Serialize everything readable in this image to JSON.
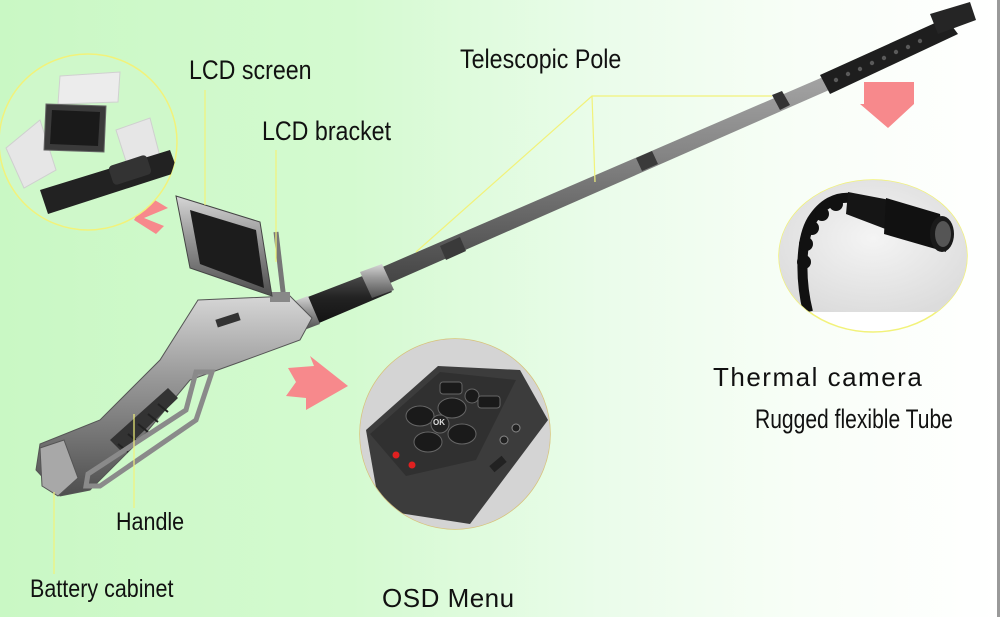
{
  "diagram": {
    "colors": {
      "background_left": "#c9f8c4",
      "background_right": "#ffffff",
      "callout_line": "#f2f27a",
      "arrow": "#f7898c",
      "device_metal": "#8c8c8c",
      "device_dark": "#2a2a2a",
      "led_red": "#e02020"
    },
    "labels": {
      "lcd_screen": "LCD screen",
      "lcd_bracket": "LCD bracket",
      "telescopic_pole": "Telescopic Pole",
      "thermal_camera": "Thermal camera",
      "rugged_tube": "Rugged flexible Tube",
      "osd_menu": "OSD Menu",
      "handle": "Handle",
      "battery_cabinet": "Battery cabinet"
    },
    "insets": [
      {
        "id": "lcd-rotation-inset",
        "depicts": "LCD screen rotation positions"
      },
      {
        "id": "thermal-camera-inset",
        "depicts": "Thermal camera head on flexible tube"
      },
      {
        "id": "osd-menu-inset",
        "depicts": "OSD control keypad"
      }
    ],
    "osd_keypad": {
      "center_button": "OK",
      "leds": 2
    }
  }
}
